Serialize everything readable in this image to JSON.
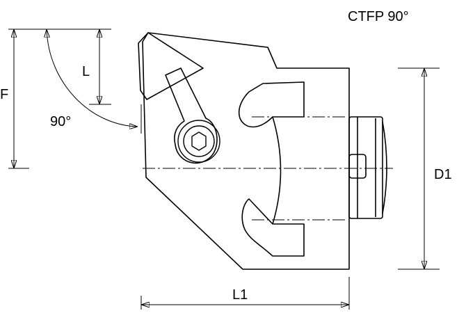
{
  "title": "CTFP 90°",
  "labels": {
    "f": "F",
    "l": "L",
    "angle": "90°",
    "d1": "D1",
    "l1": "L1"
  },
  "colors": {
    "line": "#000000",
    "background": "#ffffff"
  }
}
